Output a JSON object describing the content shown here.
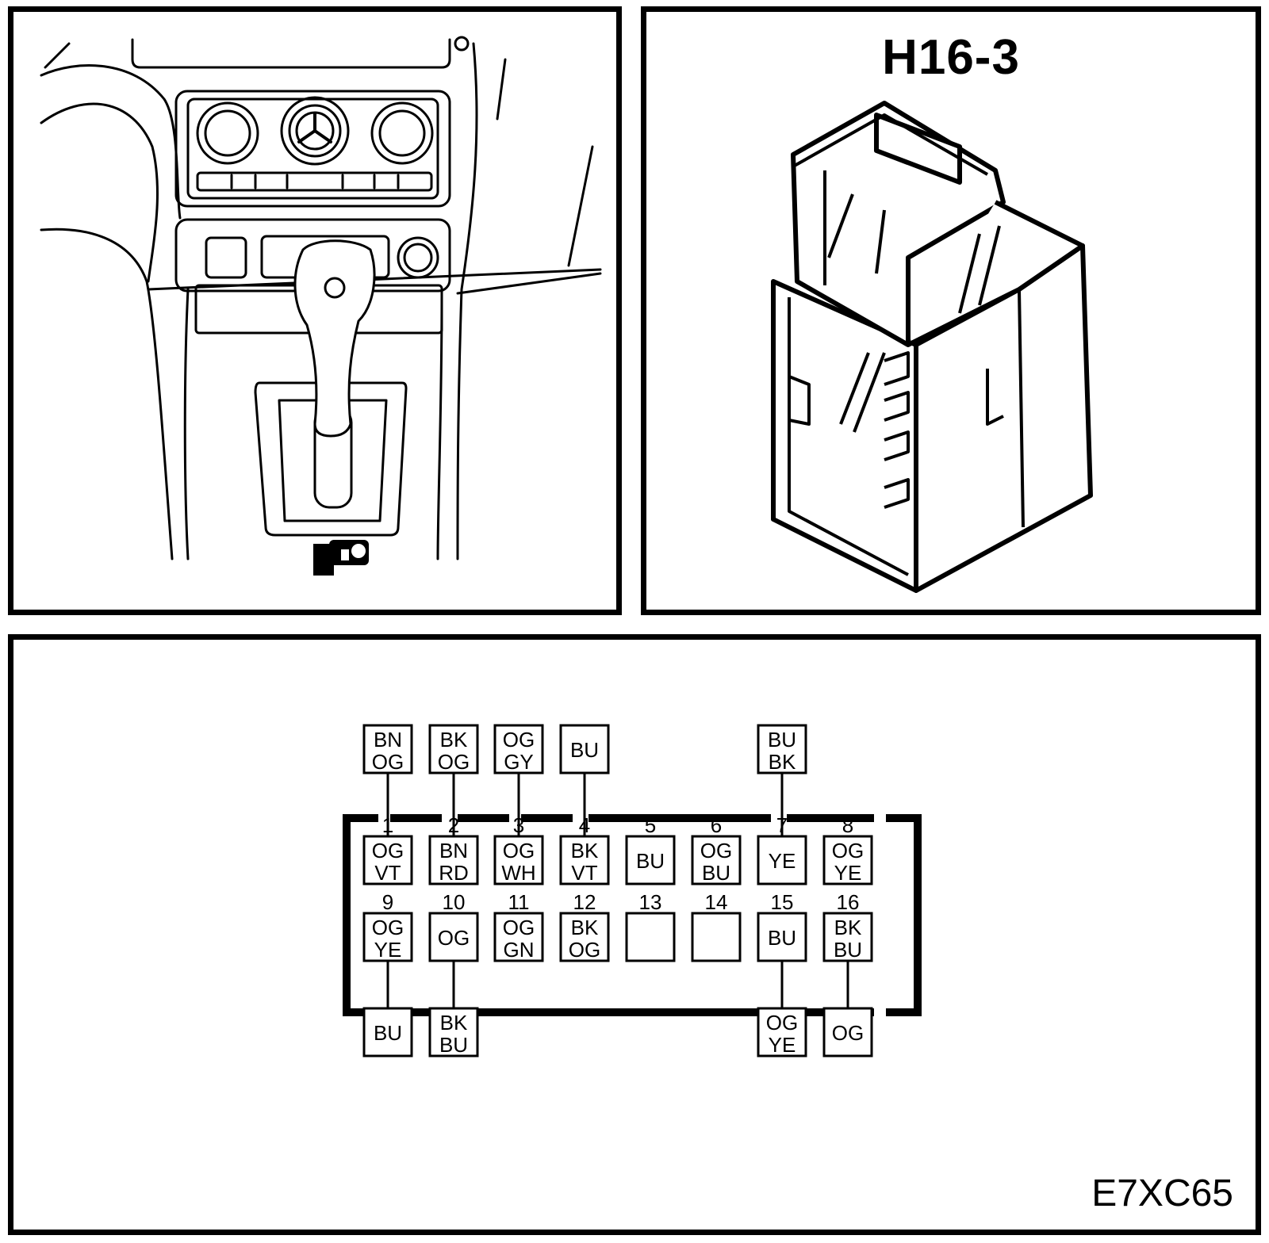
{
  "connector_id": "H16-3",
  "diagram_code": "E7XC65",
  "pins": [
    {
      "num": "1",
      "inner": [
        "OG",
        "VT"
      ],
      "outer": [
        "BN",
        "OG"
      ]
    },
    {
      "num": "2",
      "inner": [
        "BN",
        "RD"
      ],
      "outer": [
        "BK",
        "OG"
      ]
    },
    {
      "num": "3",
      "inner": [
        "OG",
        "WH"
      ],
      "outer": [
        "OG",
        "GY"
      ]
    },
    {
      "num": "4",
      "inner": [
        "BK",
        "VT"
      ],
      "outer": [
        "BU"
      ]
    },
    {
      "num": "5",
      "inner": [
        "BU"
      ],
      "outer": null
    },
    {
      "num": "6",
      "inner": [
        "OG",
        "BU"
      ],
      "outer": null
    },
    {
      "num": "7",
      "inner": [
        "YE"
      ],
      "outer": [
        "BU",
        "BK"
      ]
    },
    {
      "num": "8",
      "inner": [
        "OG",
        "YE"
      ],
      "outer": null
    },
    {
      "num": "9",
      "inner": [
        "OG",
        "YE"
      ],
      "outer": [
        "BU"
      ]
    },
    {
      "num": "10",
      "inner": [
        "OG"
      ],
      "outer": [
        "BK",
        "BU"
      ]
    },
    {
      "num": "11",
      "inner": [
        "OG",
        "GN"
      ],
      "outer": null
    },
    {
      "num": "12",
      "inner": [
        "BK",
        "OG"
      ],
      "outer": null
    },
    {
      "num": "13",
      "inner": [],
      "outer": null
    },
    {
      "num": "14",
      "inner": [],
      "outer": null
    },
    {
      "num": "15",
      "inner": [
        "BU"
      ],
      "outer": [
        "OG",
        "YE"
      ]
    },
    {
      "num": "16",
      "inner": [
        "BK",
        "BU"
      ],
      "outer": [
        "OG"
      ]
    }
  ]
}
